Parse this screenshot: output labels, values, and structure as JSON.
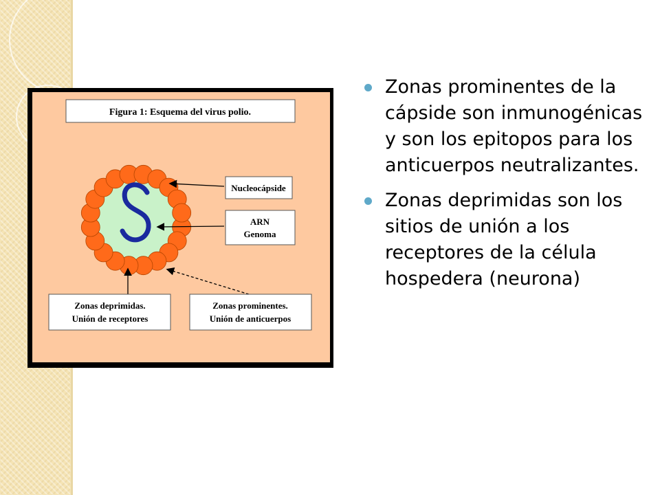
{
  "figure": {
    "title": "Figura 1: Esquema del virus polio.",
    "labels": {
      "nucleocapside": "Nucleocápside",
      "arn_line1": "ARN",
      "arn_line2": "Genoma",
      "deprimidas_line1": "Zonas deprimidas.",
      "deprimidas_line2": "Unión de receptores",
      "prominentes_line1": "Zonas prominentes.",
      "prominentes_line2": "Unión de anticuerpos"
    },
    "colors": {
      "background": "#fec9a0",
      "capsomere": "#ff6a1a",
      "interior": "#c9f2c9",
      "genome": "#1a2a9e"
    }
  },
  "bullets": [
    {
      "text": "Zonas prominentes de la cápside son inmunogénicas y son los epitopos para los anticuerpos neutralizantes."
    },
    {
      "text": "Zonas deprimidas son los sitios de unión a los receptores de la célula hospedera (neurona)"
    }
  ],
  "colors": {
    "bullet": "#5fa9c9",
    "side_strip": "#f5e4b5"
  }
}
